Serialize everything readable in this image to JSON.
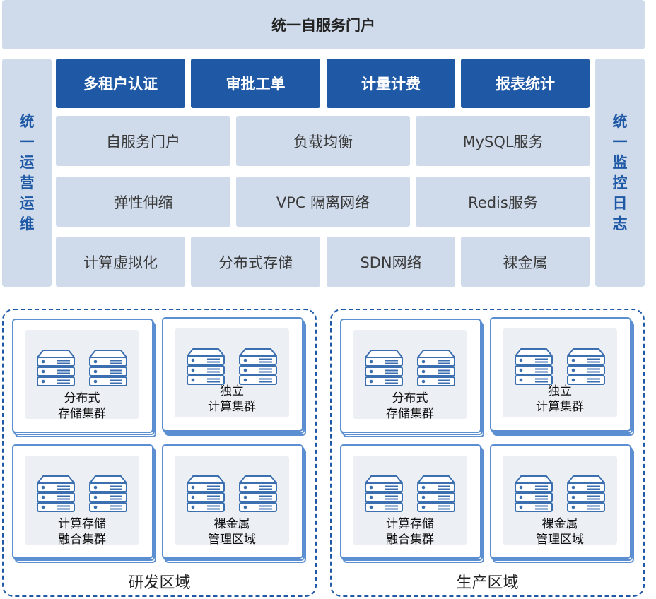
{
  "top_bar": {
    "label": "统一自服务门户"
  },
  "left_bar": {
    "chars": [
      "统",
      "一",
      "运",
      "营",
      "运",
      "维"
    ]
  },
  "right_bar": {
    "chars": [
      "统",
      "一",
      "监",
      "控",
      "日",
      "志"
    ]
  },
  "services": [
    "多租户认证",
    "审批工单",
    "计量计费",
    "报表统计"
  ],
  "rows": [
    [
      "自服务门户",
      "负载均衡",
      "MySQL服务"
    ],
    [
      "弹性伸缩",
      "VPC 隔离网络",
      "Redis服务"
    ]
  ],
  "base_row": [
    "计算虚拟化",
    "分布式存储",
    "SDN网络",
    "裸金属"
  ],
  "regions": [
    {
      "label": "研发区域",
      "clusters": [
        {
          "lines": [
            "分布式",
            "存储集群"
          ]
        },
        {
          "lines": [
            "独立",
            "计算集群"
          ]
        },
        {
          "lines": [
            "计算存储",
            "融合集群"
          ]
        },
        {
          "lines": [
            "裸金属",
            "管理区域"
          ]
        }
      ]
    },
    {
      "label": "生产区域",
      "clusters": [
        {
          "lines": [
            "分布式",
            "存储集群"
          ]
        },
        {
          "lines": [
            "独立",
            "计算集群"
          ]
        },
        {
          "lines": [
            "计算存储",
            "融合集群"
          ]
        },
        {
          "lines": [
            "裸金属",
            "管理区域"
          ]
        }
      ]
    }
  ],
  "colors": {
    "dark_blue": "#1f59a6",
    "light_blue": "#cfdbeb",
    "card_border": "#5b8fd1"
  },
  "icons": {
    "server": "server-stack-icon"
  }
}
